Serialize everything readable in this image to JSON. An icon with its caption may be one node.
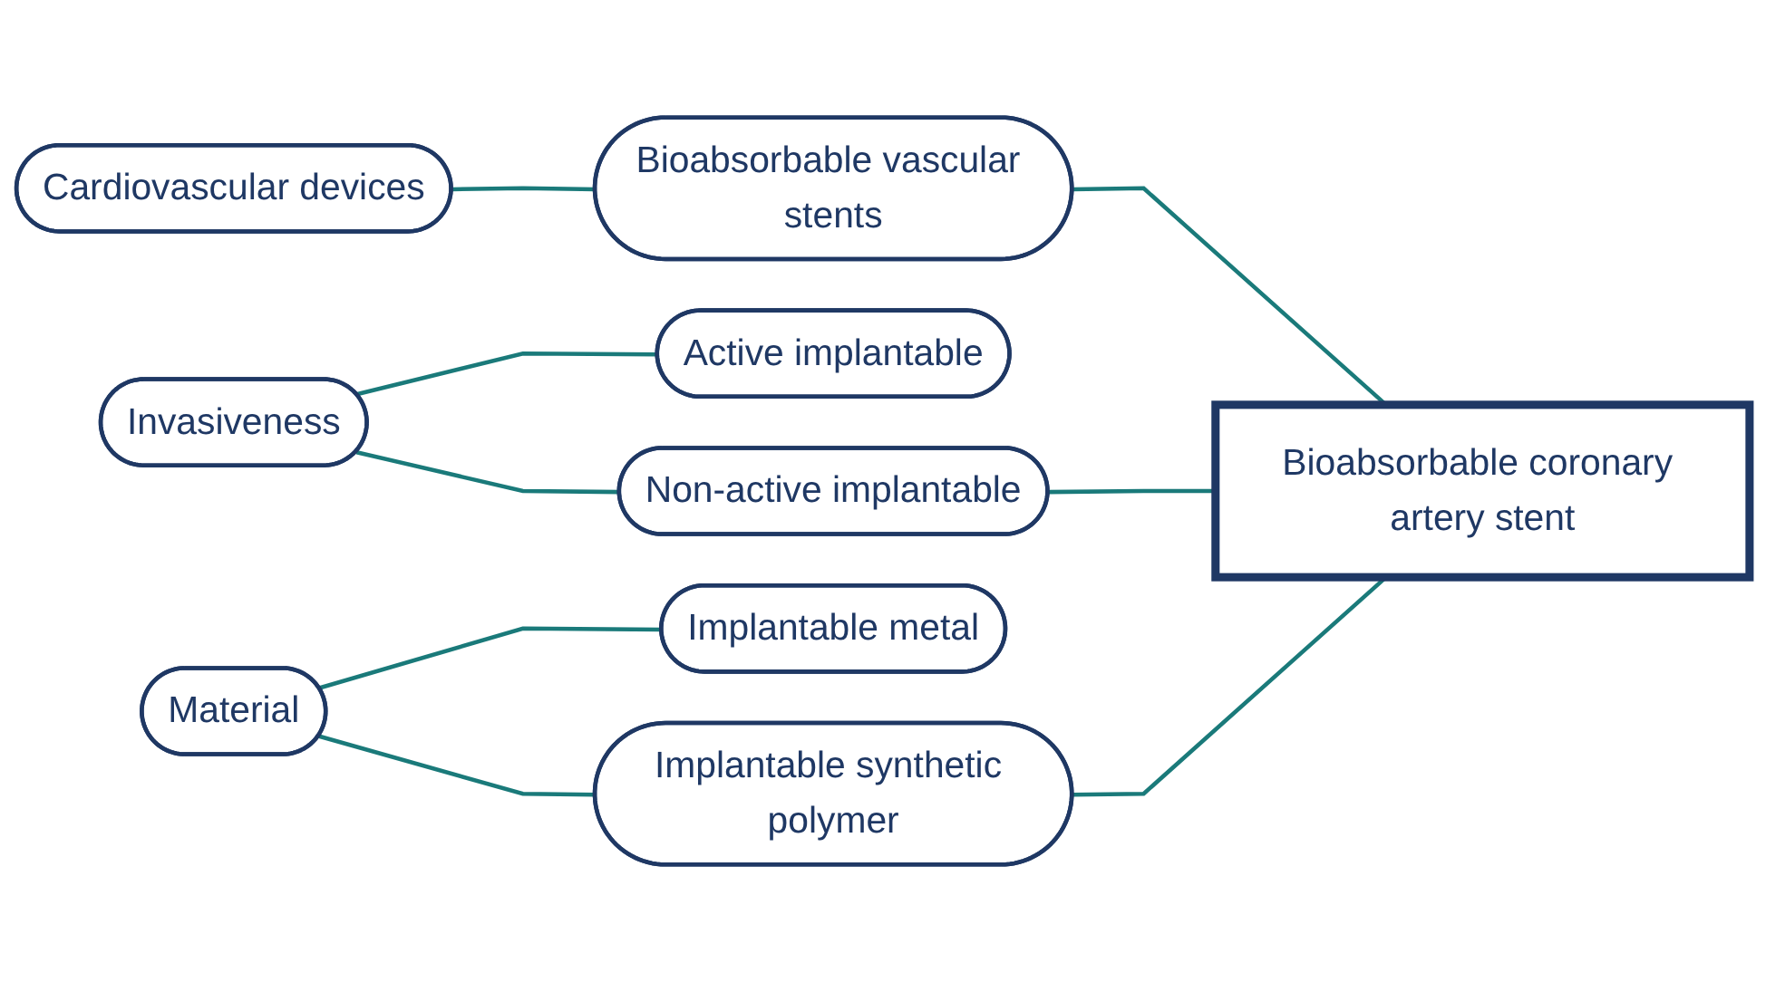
{
  "diagram": {
    "nodes": [
      {
        "text": [
          "Cardiovascular devices"
        ]
      },
      {
        "text": [
          "Bioabsorbable vascular stents"
        ]
      },
      {
        "text": [
          "Invasiveness"
        ]
      },
      {
        "text": [
          "Active implantable"
        ]
      },
      {
        "text": [
          "Non-active implantable"
        ]
      },
      {
        "text": [
          "Material"
        ]
      },
      {
        "text": [
          "Implantable metal"
        ]
      },
      {
        "text": [
          "Implantable synthetic polymer"
        ]
      },
      {
        "text": [
          "Bioabsorbable coronary artery stent"
        ]
      }
    ],
    "edges": [
      {
        "from": 0,
        "to": 1,
        "arrow": "none"
      },
      {
        "from": 2,
        "to": 3,
        "arrow": "none"
      },
      {
        "from": 2,
        "to": 4,
        "arrow": "none"
      },
      {
        "from": 5,
        "to": 6,
        "arrow": "none"
      },
      {
        "from": 5,
        "to": 7,
        "arrow": "none"
      },
      {
        "from": 1,
        "to": 8,
        "arrow": "none"
      },
      {
        "from": 4,
        "to": 8,
        "arrow": "none"
      },
      {
        "from": 7,
        "to": 8,
        "arrow": "none"
      }
    ]
  }
}
